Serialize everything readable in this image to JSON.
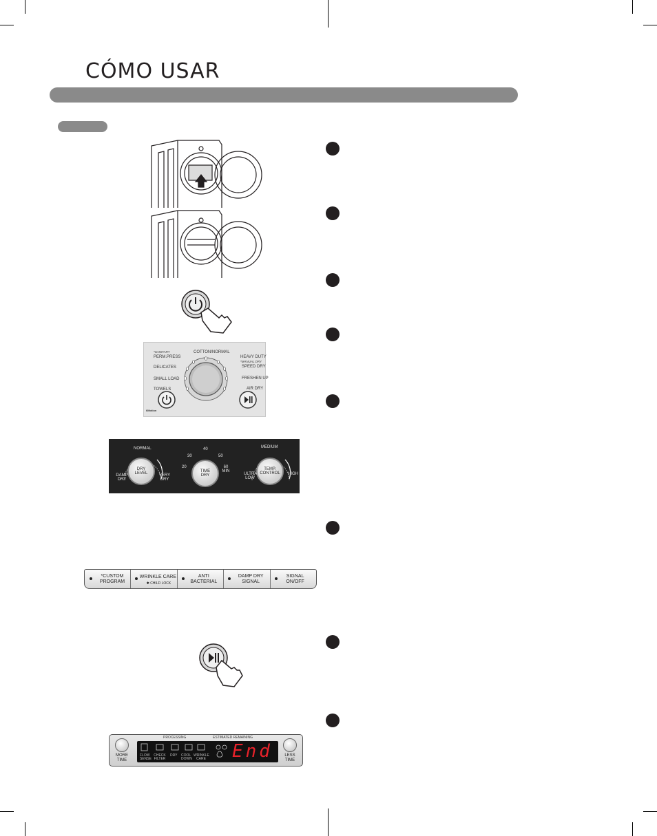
{
  "page": {
    "title": "CÓMO USAR"
  },
  "steps": [
    "step-1",
    "step-2",
    "step-3",
    "step-4",
    "step-5",
    "step-6",
    "step-7",
    "step-8"
  ],
  "cycle_panel": {
    "left_labels": [
      "*SANITARY",
      "PERM.PRESS",
      "DELICATES",
      "SMALL LOAD",
      "TOWELS"
    ],
    "top_label": "COTTON/NORMAL",
    "right_labels": [
      "HEAVY DUTY",
      "*MANUAL DRY",
      "SPEED DRY",
      "FRESHEN UP",
      "AIR DRY"
    ],
    "logo": "6Motion"
  },
  "dial_panel": {
    "dry_level": {
      "label": "DRY LEVEL",
      "top": "NORMAL",
      "left": "DAMP DRY",
      "right": "VERY DRY"
    },
    "time_dry": {
      "label": "TIME DRY",
      "ticks": [
        "20",
        "30",
        "40",
        "50",
        "60 MIN"
      ]
    },
    "temp_control": {
      "label": "TEMP. CONTROL",
      "top": "MEDIUM",
      "left": "ULTRA LOW",
      "right": "HIGH"
    }
  },
  "option_bar": {
    "buttons": [
      {
        "label": "*CUSTOM PROGRAM",
        "sub": ""
      },
      {
        "label": "WRINKLE CARE",
        "sub": "✱ CHILD LOCK"
      },
      {
        "label": "ANTI BACTERIAL",
        "sub": ""
      },
      {
        "label": "DAMP DRY SIGNAL",
        "sub": ""
      },
      {
        "label": "SIGNAL ON/OFF",
        "sub": ""
      }
    ]
  },
  "display_panel": {
    "more_time": "MORE TIME",
    "less_time": "LESS TIME",
    "processing": "PROCESSING",
    "remaining": "ESTIMATED REMAINING",
    "stages": [
      "FLOW SENSE",
      "CHECK FILTER",
      "DRY",
      "COOL DOWN",
      "WRINKLE CARE"
    ],
    "readout": "End"
  },
  "colors": {
    "rule_gray": "#8a8a8a",
    "dark_panel": "#222222",
    "lcd_red": "#e8222a"
  }
}
